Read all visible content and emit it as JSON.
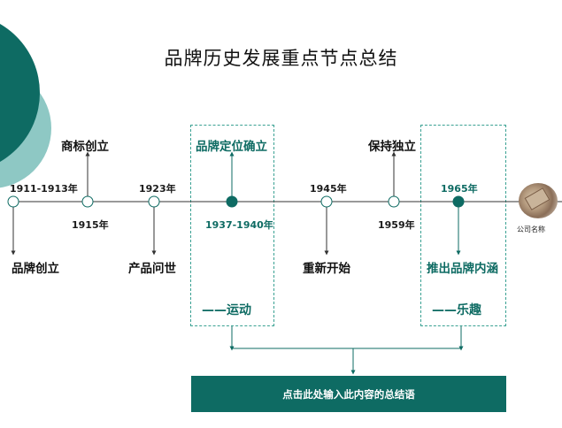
{
  "title": "品牌历史发展重点节点总结",
  "colors": {
    "teal_dark": "#0e6b63",
    "teal_light": "#8ec8c4",
    "line": "#333333"
  },
  "timeline": [
    {
      "year": "1911-1913年",
      "event": "品牌创立"
    },
    {
      "year": "1915年",
      "event": "商标创立"
    },
    {
      "year": "1923年",
      "event": "产品问世"
    },
    {
      "year": "1937-1940年",
      "event": "品牌定位确立"
    },
    {
      "year": "1945年",
      "event": "重新开始"
    },
    {
      "year": "1959年",
      "event": "保持独立"
    },
    {
      "year": "1965年",
      "event": "推出品牌内涵"
    }
  ],
  "highlights": [
    {
      "label": "——运动"
    },
    {
      "label": "——乐趣"
    }
  ],
  "summary": "点击此处输入此内容的总结语",
  "logo": {
    "name": "公司名称"
  }
}
